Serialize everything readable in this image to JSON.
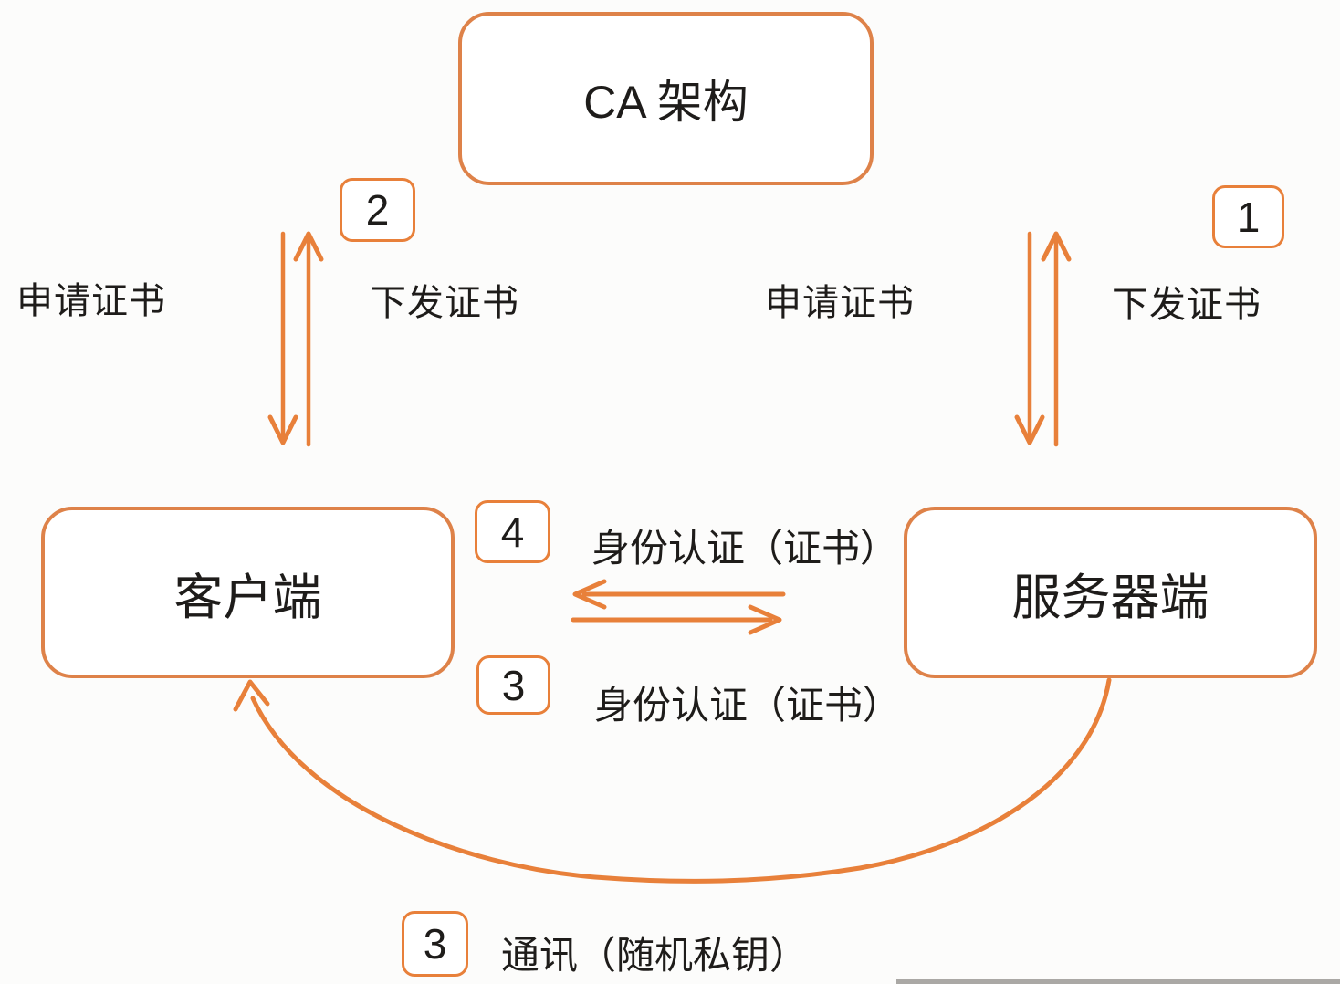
{
  "colors": {
    "accent": "#E8803A",
    "box_border": "#DE8249",
    "text": "#1E1C1A",
    "background": "#FCFCFB",
    "scrubber": "#AAA8A5"
  },
  "nodes": {
    "ca": {
      "label": "CA 架构"
    },
    "client": {
      "label": "客户端"
    },
    "server": {
      "label": "服务器端"
    }
  },
  "client_ca_flow": {
    "badge": "2",
    "request_label": "申请证书",
    "issue_label": "下发证书"
  },
  "server_ca_flow": {
    "badge": "1",
    "request_label": "申请证书",
    "issue_label": "下发证书"
  },
  "auth_flow_top": {
    "badge": "4",
    "label": "身份认证（证书）"
  },
  "auth_flow_bottom": {
    "badge": "3",
    "label": "身份认证（证书）"
  },
  "comm_flow": {
    "badge": "3",
    "label": "通讯（随机私钥）"
  }
}
